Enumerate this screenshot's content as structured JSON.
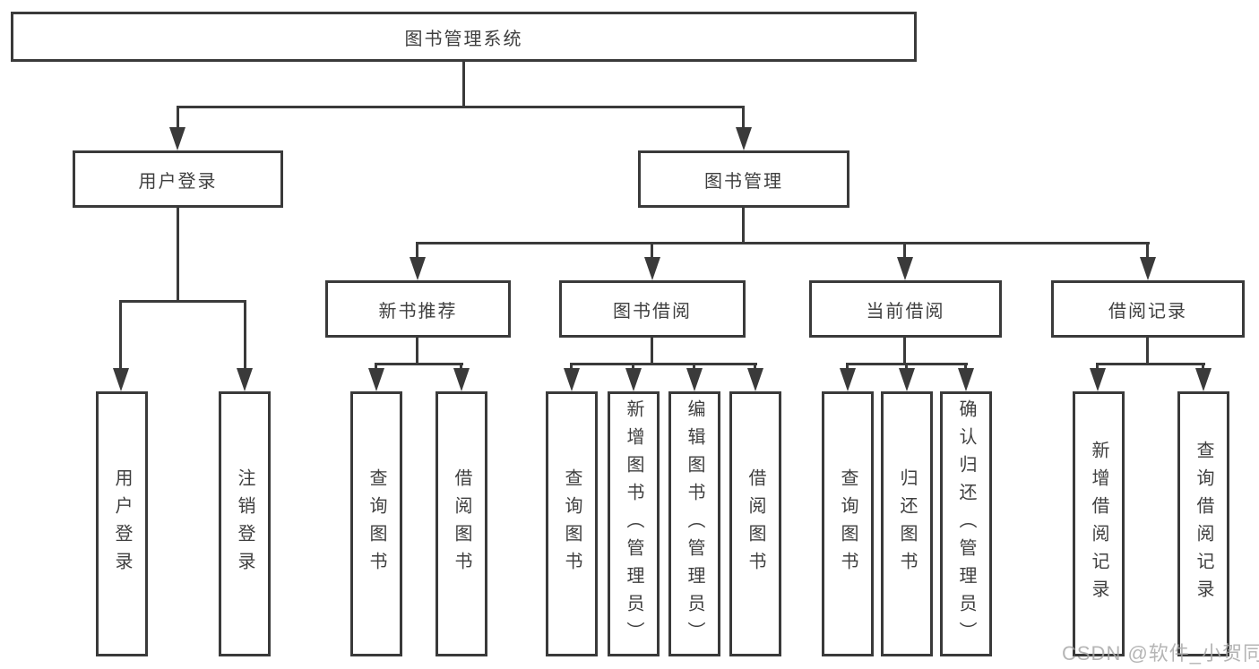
{
  "tree": {
    "root": {
      "label": "图书管理系统"
    },
    "user_login": {
      "label": "用户登录",
      "children": [
        {
          "label": "用户登录"
        },
        {
          "label": "注销登录"
        }
      ]
    },
    "book_mgmt": {
      "label": "图书管理",
      "children": [
        {
          "label": "新书推荐",
          "children": [
            {
              "label": "查询图书"
            },
            {
              "label": "借阅图书"
            }
          ]
        },
        {
          "label": "图书借阅",
          "children": [
            {
              "label": "查询图书"
            },
            {
              "label": "新增图书（管理员）"
            },
            {
              "label": "编辑图书（管理员）"
            },
            {
              "label": "借阅图书"
            }
          ]
        },
        {
          "label": "当前借阅",
          "children": [
            {
              "label": "查询图书"
            },
            {
              "label": "归还图书"
            },
            {
              "label": "确认归还（管理员）"
            }
          ]
        },
        {
          "label": "借阅记录",
          "children": [
            {
              "label": "新增借阅记录"
            },
            {
              "label": "查询借阅记录"
            }
          ]
        }
      ]
    }
  },
  "watermark": {
    "text": "CSDN @软件_小贺同学"
  },
  "colors": {
    "line": "#3a3a3a",
    "text": "#3f3f3f",
    "watermark": "#a8a8a8",
    "background": "#ffffff"
  }
}
